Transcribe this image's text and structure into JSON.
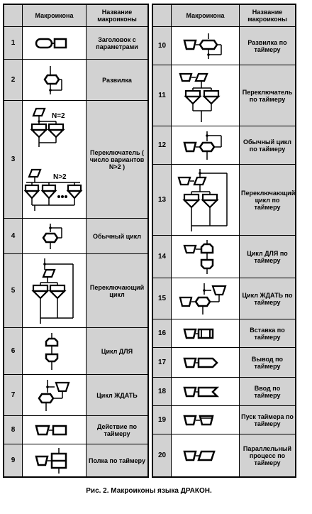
{
  "table": {
    "col_num": "",
    "col_icon": "Макроикона",
    "col_name": "Название макроиконы"
  },
  "left_rows": [
    {
      "n": "1",
      "name": "Заголовок с параметрами",
      "icon": "header-with-params-icon"
    },
    {
      "n": "2",
      "name": "Развилка",
      "icon": "fork-icon"
    },
    {
      "n": "3",
      "name": "Переключатель ( число вариантов N>2 )",
      "icon": "switch-icon",
      "labels": [
        "N=2",
        "N>2"
      ]
    },
    {
      "n": "4",
      "name": "Обычный цикл",
      "icon": "loop-icon"
    },
    {
      "n": "5",
      "name": "Переключающий цикл",
      "icon": "switching-loop-icon"
    },
    {
      "n": "6",
      "name": "Цикл ДЛЯ",
      "icon": "for-loop-icon"
    },
    {
      "n": "7",
      "name": "Цикл ЖДАТЬ",
      "icon": "wait-loop-icon"
    },
    {
      "n": "8",
      "name": "Действие по таймеру",
      "icon": "timer-action-icon"
    },
    {
      "n": "9",
      "name": "Полка по таймеру",
      "icon": "timer-shelf-icon"
    }
  ],
  "right_rows": [
    {
      "n": "10",
      "name": "Развилка по таймеру",
      "icon": "timer-fork-icon"
    },
    {
      "n": "11",
      "name": "Переключатель по таймеру",
      "icon": "timer-switch-icon"
    },
    {
      "n": "12",
      "name": "Обычный цикл по таймеру",
      "icon": "timer-loop-icon"
    },
    {
      "n": "13",
      "name": "Переключающий цикл по таймеру",
      "icon": "timer-switching-loop-icon"
    },
    {
      "n": "14",
      "name": "Цикл ДЛЯ по таймеру",
      "icon": "timer-for-loop-icon"
    },
    {
      "n": "15",
      "name": "Цикл ЖДАТЬ по таймеру",
      "icon": "timer-wait-loop-icon"
    },
    {
      "n": "16",
      "name": "Вставка по таймеру",
      "icon": "timer-insert-icon"
    },
    {
      "n": "17",
      "name": "Вывод по таймеру",
      "icon": "timer-output-icon"
    },
    {
      "n": "18",
      "name": "Ввод по таймеру",
      "icon": "timer-input-icon"
    },
    {
      "n": "19",
      "name": "Пуск таймера по таймеру",
      "icon": "timer-start-icon"
    },
    {
      "n": "20",
      "name": "Параллельный процесс по таймеру",
      "icon": "timer-parallel-process-icon"
    }
  ],
  "caption": "Рис. 2. Макроиконы языка ДРАКОН."
}
